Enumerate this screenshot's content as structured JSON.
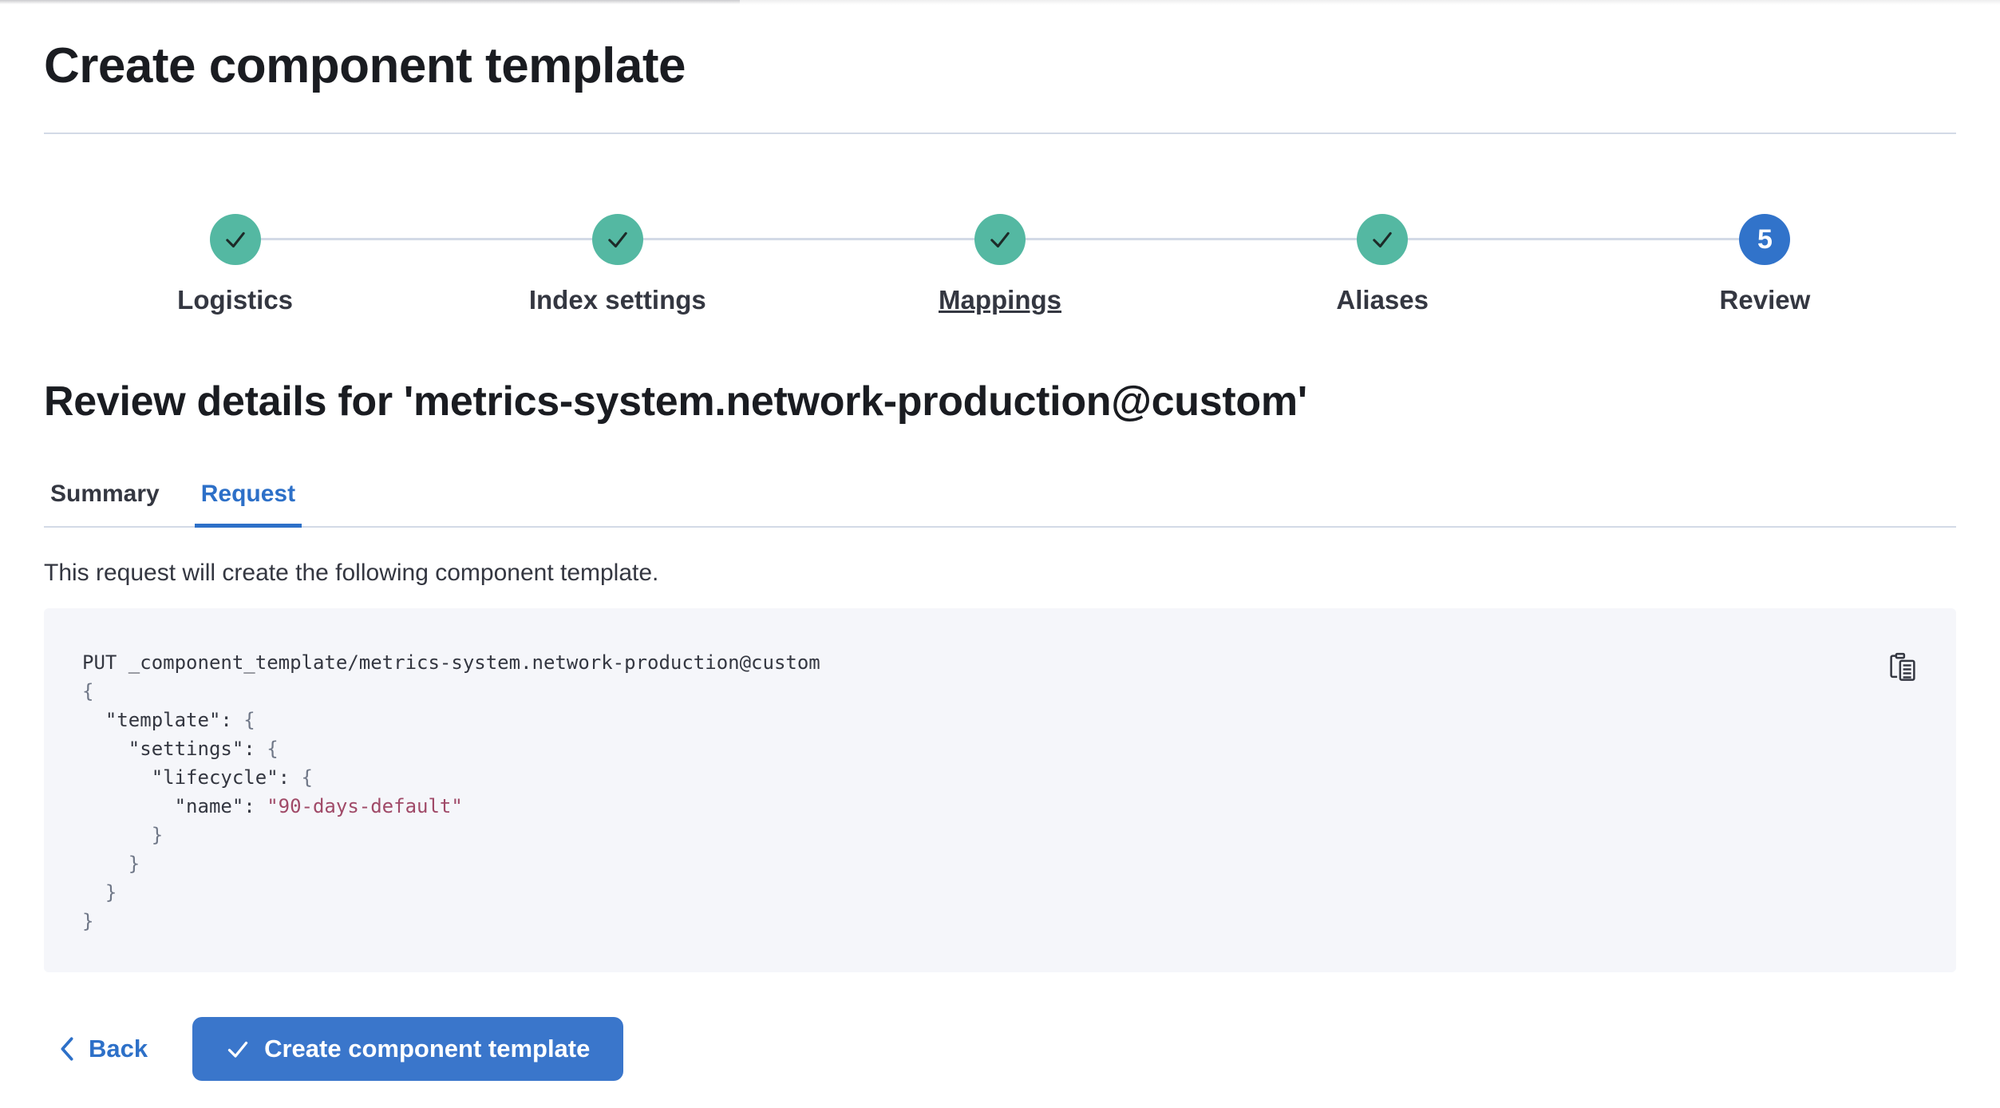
{
  "page": {
    "title": "Create component template",
    "review_heading": "Review details for 'metrics-system.network-production@custom'"
  },
  "stepper": {
    "steps": [
      {
        "label": "Logistics",
        "status": "complete",
        "icon": "check-icon"
      },
      {
        "label": "Index settings",
        "status": "complete",
        "icon": "check-icon"
      },
      {
        "label": "Mappings",
        "status": "complete",
        "icon": "check-icon",
        "underlined": true
      },
      {
        "label": "Aliases",
        "status": "complete",
        "icon": "check-icon"
      },
      {
        "label": "Review",
        "status": "current",
        "number": "5"
      }
    ]
  },
  "tabs": [
    {
      "label": "Summary",
      "active": false
    },
    {
      "label": "Request",
      "active": true
    }
  ],
  "request_tab": {
    "description": "This request will create the following component template.",
    "copy_icon": "copy-clipboard-icon",
    "code_lines": [
      [
        {
          "t": "PUT _component_template/metrics-system.network-production@custom",
          "y": "k"
        }
      ],
      [
        {
          "t": "{",
          "y": "p"
        }
      ],
      [
        {
          "t": "  \"template\": ",
          "y": "k"
        },
        {
          "t": "{",
          "y": "p"
        }
      ],
      [
        {
          "t": "    \"settings\": ",
          "y": "k"
        },
        {
          "t": "{",
          "y": "p"
        }
      ],
      [
        {
          "t": "      \"lifecycle\": ",
          "y": "k"
        },
        {
          "t": "{",
          "y": "p"
        }
      ],
      [
        {
          "t": "        \"name\": ",
          "y": "k"
        },
        {
          "t": "\"90-days-default\"",
          "y": "s"
        }
      ],
      [
        {
          "t": "      }",
          "y": "p"
        }
      ],
      [
        {
          "t": "    }",
          "y": "p"
        }
      ],
      [
        {
          "t": "  }",
          "y": "p"
        }
      ],
      [
        {
          "t": "}",
          "y": "p"
        }
      ]
    ]
  },
  "footer": {
    "back_label": "Back",
    "submit_label": "Create component template"
  },
  "colors": {
    "accent": "#2d70c8",
    "button-blue": "#3a76cb",
    "blue-circle": "#3173ca",
    "teal": "#54b8a2",
    "divider": "#d3dae6",
    "code-bg": "#f5f6fa",
    "code-string": "#a04a68"
  }
}
